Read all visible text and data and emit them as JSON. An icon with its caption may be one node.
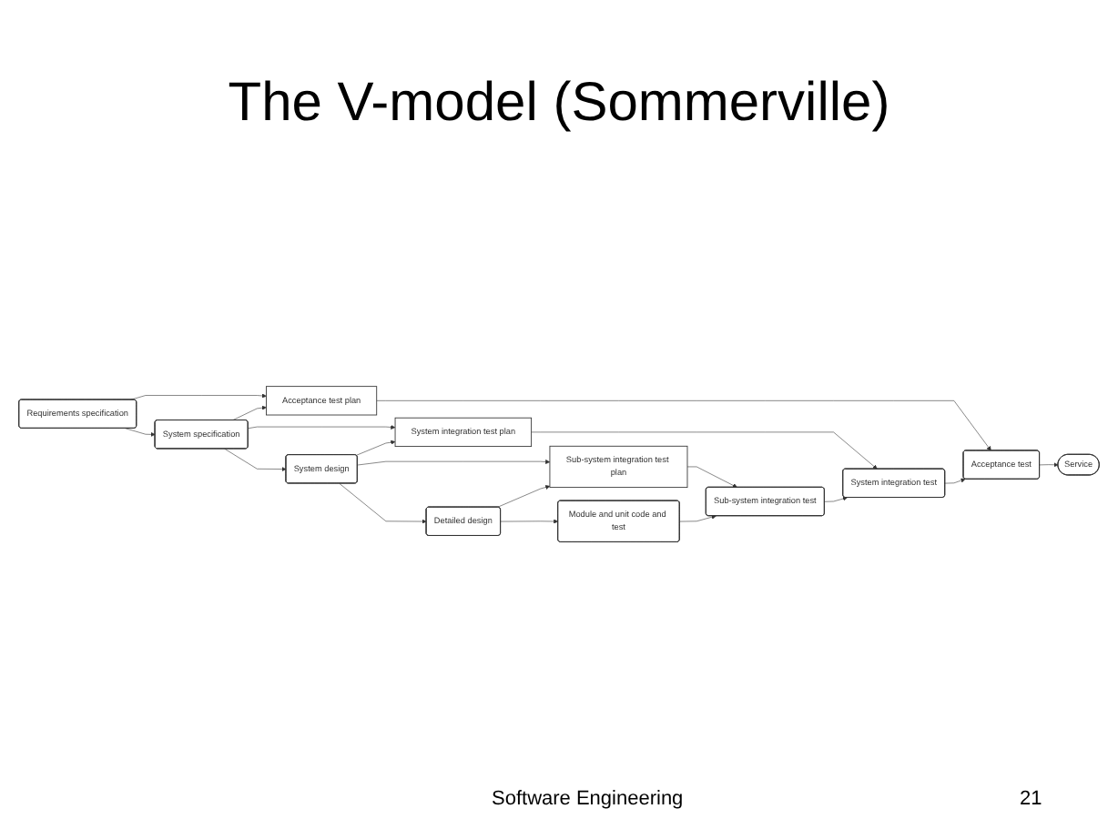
{
  "diagram": {
    "title": "The V-model (Sommerville)",
    "nodes": [
      {
        "text": [
          "Requirements specification"
        ]
      },
      {
        "text": [
          "System specification"
        ]
      },
      {
        "text": [
          "System design"
        ]
      },
      {
        "text": [
          "Detailed design"
        ]
      },
      {
        "text": [
          "Acceptance test plan"
        ]
      },
      {
        "text": [
          "System integration test plan"
        ]
      },
      {
        "text": [
          "Sub-system integration test plan"
        ]
      },
      {
        "text": [
          "Module and unit code and test"
        ]
      },
      {
        "text": [
          "Service"
        ]
      },
      {
        "text": [
          "Acceptance test"
        ]
      },
      {
        "text": [
          "System integration test"
        ]
      },
      {
        "text": [
          "Sub-system integration test"
        ]
      }
    ],
    "edges": [
      {
        "from": 0,
        "to": 1,
        "arrow": "to"
      },
      {
        "from": 1,
        "to": 2,
        "arrow": "to"
      },
      {
        "from": 2,
        "to": 3,
        "arrow": "to"
      },
      {
        "from": 0,
        "to": 4,
        "arrow": "to"
      },
      {
        "from": 1,
        "to": 4,
        "arrow": "to"
      },
      {
        "from": 1,
        "to": 5,
        "arrow": "to"
      },
      {
        "from": 2,
        "to": 5,
        "arrow": "to"
      },
      {
        "from": 2,
        "to": 6,
        "arrow": "to"
      },
      {
        "from": 3,
        "to": 6,
        "arrow": "to"
      },
      {
        "from": 3,
        "to": 7,
        "arrow": "to"
      },
      {
        "from": 4,
        "to": 9,
        "arrow": "to"
      },
      {
        "from": 5,
        "to": 10,
        "arrow": "to"
      },
      {
        "from": 6,
        "to": 11,
        "arrow": "to"
      },
      {
        "from": 7,
        "to": 11,
        "arrow": "to"
      },
      {
        "from": 11,
        "to": 10,
        "arrow": "to"
      },
      {
        "from": 10,
        "to": 9,
        "arrow": "to"
      },
      {
        "from": 9,
        "to": 8,
        "arrow": "to"
      }
    ],
    "labels": [
      "Software Engineering",
      "21"
    ]
  }
}
